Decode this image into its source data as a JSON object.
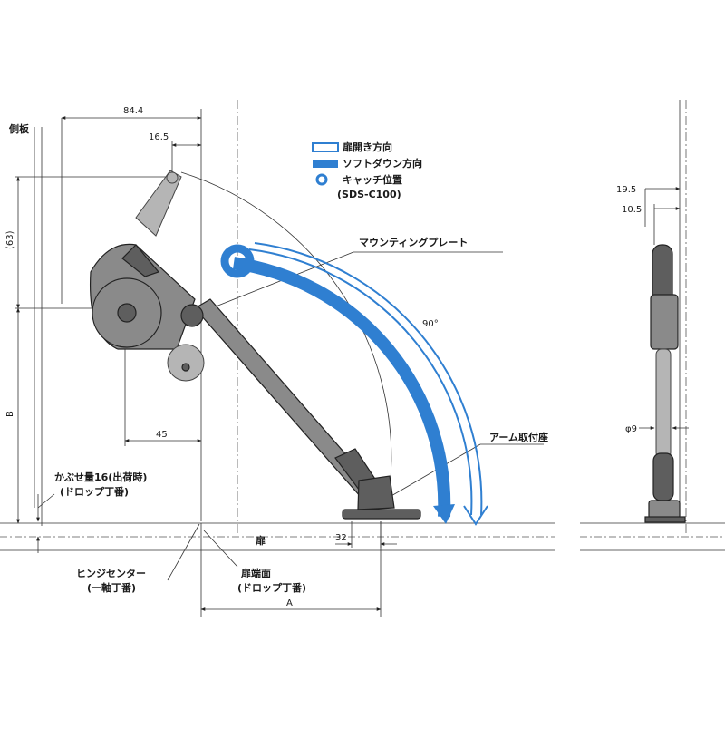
{
  "labels": {
    "side_panel": "側板",
    "mounting_plate": "マウンティングプレート",
    "arm_mount": "アーム取付座",
    "overlay": "かぶせ量16(出荷時)",
    "overlay_sub": "(ドロップ丁番)",
    "hinge_center": "ヒンジセンター",
    "hinge_center_sub": "(一軸丁番)",
    "door_end": "扉端面",
    "door_end_sub": "(ドロップ丁番)",
    "door": "扉",
    "angle": "90°"
  },
  "legend": {
    "open_dir": "扉開き方向",
    "soft_down": "ソフトダウン方向",
    "catch_pos": "キャッチ位置",
    "model": "(SDS-C100)"
  },
  "dimensions": {
    "d84": "84.4",
    "d16": "16.5",
    "d63": "(63)",
    "dB": "B",
    "d45": "45",
    "d32": "32",
    "dA": "A",
    "d19": "19.5",
    "d10": "10.5",
    "d9": "φ9"
  },
  "colors": {
    "blue": "#2f7fd1",
    "outline_blue": "#2f7fd1"
  }
}
